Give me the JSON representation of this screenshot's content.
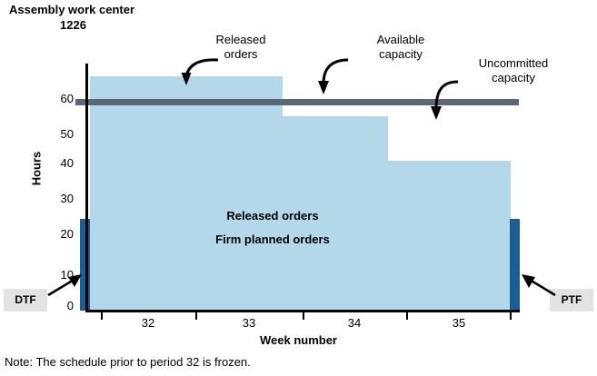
{
  "title": "Assembly work center",
  "subtitle": "1226",
  "note": "Note:  The schedule prior to period 32 is frozen.",
  "axes": {
    "y_title": "Hours",
    "y_ticks": [
      "60",
      "50",
      "40",
      "30",
      "20",
      "10",
      "0"
    ],
    "x_title": "Week number",
    "x_ticks": [
      "32",
      "33",
      "34",
      "35"
    ]
  },
  "inplot": {
    "line1": "Released orders",
    "line2": "Firm planned orders"
  },
  "callouts": {
    "released_orders": {
      "line1": "Released",
      "line2": "orders"
    },
    "available_capacity": {
      "line1": "Available",
      "line2": "capacity"
    },
    "uncommitted_capacity": {
      "line1": "Uncommitted",
      "line2": "capacity"
    }
  },
  "markers": {
    "dtf": "DTF",
    "ptf": "PTF"
  },
  "colors": {
    "load_fill": "#b2d8ea",
    "fence_bar": "#1a5e93",
    "capacity_line": "#5a6776",
    "axis": "#000000",
    "tag_bg": "#e3e3e3"
  },
  "chart_data": {
    "type": "bar",
    "title": "Assembly work center 1226",
    "subtitle": "1226",
    "xlabel": "Week number",
    "ylabel": "Hours",
    "ylim": [
      0,
      70
    ],
    "xlim": [
      31.5,
      35.5
    ],
    "grid": false,
    "legend": "none",
    "categories": [
      "32",
      "33",
      "34",
      "35"
    ],
    "series": [
      {
        "name": "Released orders / Firm planned orders (load)",
        "values": [
          66,
          66,
          55,
          43
        ],
        "note": "step profile: weeks 32-33 at 66 hours, week 34 at 55 hours, week 35 at 43 hours"
      }
    ],
    "reference_lines": [
      {
        "name": "Available capacity",
        "value": 60,
        "orientation": "horizontal"
      }
    ],
    "vertical_markers": [
      {
        "name": "DTF",
        "x": "start of week 32",
        "value": 26
      },
      {
        "name": "PTF",
        "x": "end of week 35",
        "value": 26
      }
    ],
    "annotations": [
      {
        "text": "Released orders",
        "target": "load block above capacity, weeks 32-33"
      },
      {
        "text": "Available capacity",
        "target": "horizontal line at 60 hours"
      },
      {
        "text": "Uncommitted capacity",
        "target": "gap between load and capacity line, week 34-35"
      },
      {
        "text": "Released orders",
        "target": "interior of load region"
      },
      {
        "text": "Firm planned orders",
        "target": "interior of load region"
      }
    ]
  }
}
